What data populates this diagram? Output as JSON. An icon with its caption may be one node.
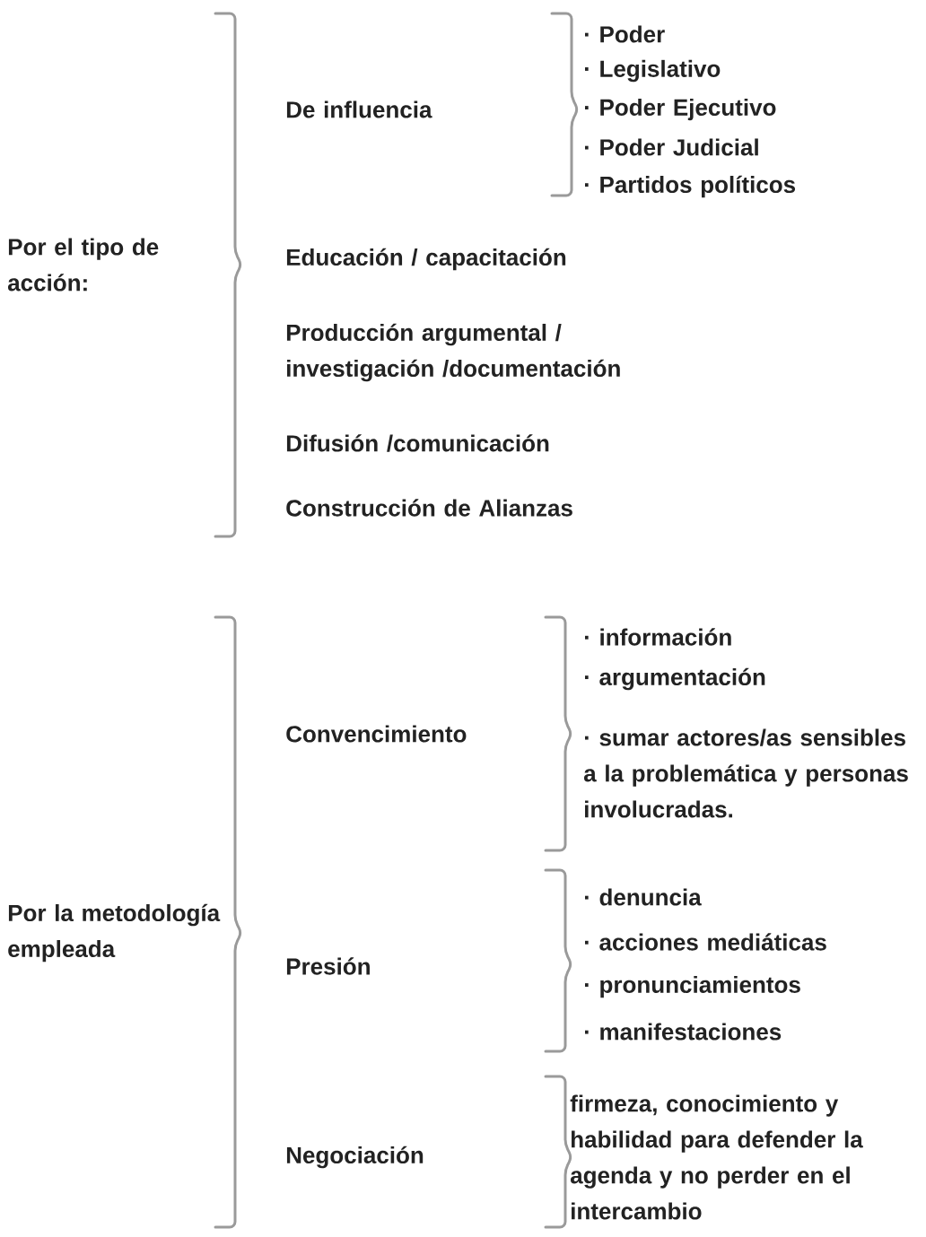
{
  "diagram": {
    "labels": [
      "Por el tipo de acción:",
      "De influencia",
      "· Poder",
      "· Legislativo",
      "· Poder Ejecutivo",
      "· Poder Judicial",
      "· Partidos políticos",
      "Educación / capacitación",
      "Producción argumental / investigación /documentación",
      "Difusión /comunicación",
      "Construcción de Alianzas",
      "Por la metodología empleada",
      "Convencimiento",
      "· información",
      "· argumentación",
      "· sumar actores/as sensibles a la problemática y personas involucradas.",
      "Presión",
      "· denuncia",
      "· acciones mediáticas",
      "· pronunciamientos",
      "· manifestaciones",
      "Negociación",
      "firmeza, conocimiento y habilidad para defender la agenda y no perder en el intercambio"
    ]
  }
}
